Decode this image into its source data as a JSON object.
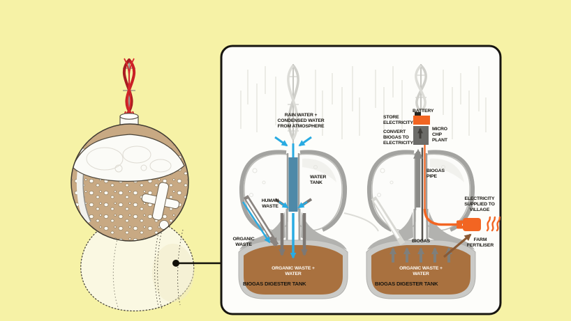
{
  "title": "biogas digester infographic",
  "colors": {
    "background": "#f6f2a6",
    "panel_bg": "#fdfdfa",
    "panel_border": "#171510",
    "blue": "#29abe2",
    "water_tank_blue": "#4e89a8",
    "orange": "#f26522",
    "brown_tank": "#a9713f",
    "chp_gray": "#6c6c69",
    "device_body_tan": "#c8a983",
    "turbine_red": "#c92026",
    "structure_gray": "#b3b3b0"
  },
  "diagram_left": {
    "labels": {
      "rain_water": "RAIN WATER +\nCONDENSED WATER\nFROM ATMOSPHERE",
      "water_tank": "WATER\nTANK",
      "human_waste": "HUMAN\nWASTE",
      "organic_waste": "ORGANIC\nWASTE",
      "tank_contents": "ORGANIC WASTE +\nWATER",
      "tank_name": "BIOGAS DIGESTER TANK"
    }
  },
  "diagram_right": {
    "labels": {
      "battery": "BATTERY",
      "store_electricity": "STORE\nELECTRICITY",
      "convert_biogas": "CONVERT\nBIOGAS TO\nELECTRICITY",
      "micro_chp": "MICRO\nCHP\nPLANT",
      "biogas_pipe": "BIOGAS\nPIPE",
      "biogas": "BIOGAS",
      "electricity_supplied": "ELECTRICITY\nSUPPLIED TO\nVILLAGE",
      "farm_fertiliser": "FARM\nFERTILISER",
      "tank_contents": "ORGANIC WASTE +\nWATER",
      "tank_name": "BIOGAS DIGESTER TANK"
    }
  }
}
